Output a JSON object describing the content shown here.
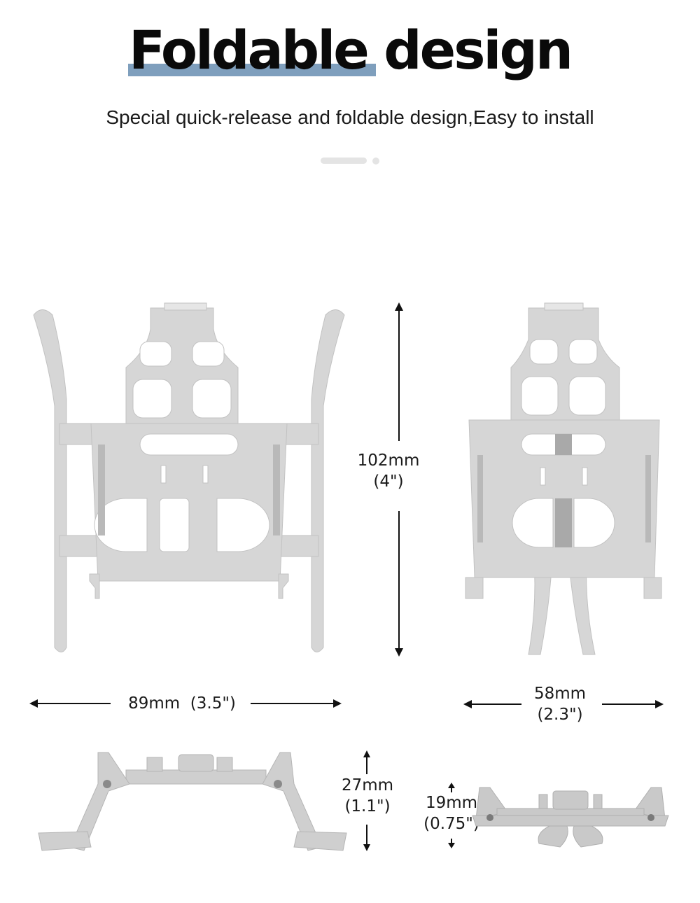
{
  "header": {
    "title": "Foldable design",
    "title_accent_color": "#7f9fbd",
    "subtitle": "Special quick-release and foldable design,Easy to install"
  },
  "pager": {
    "active_index": 0,
    "count": 2
  },
  "dimensions": {
    "height": {
      "mm": "102mm",
      "inch": "(4\")"
    },
    "front_width": {
      "label": "89mm  (3.5\")"
    },
    "folded_width": {
      "mm": "58mm",
      "inch": "(2.3\")"
    },
    "side_height": {
      "mm": "27mm",
      "inch": "(1.1\")"
    },
    "folded_side_height": {
      "mm": "19mm",
      "inch": "(0.75\")"
    }
  },
  "views": [
    {
      "name": "front-unfolded"
    },
    {
      "name": "front-folded"
    },
    {
      "name": "side-unfolded"
    },
    {
      "name": "side-folded"
    }
  ],
  "colors": {
    "product_gray": "#d4d4d4",
    "product_shadow": "#b8b8b8",
    "arrow": "#111111"
  }
}
